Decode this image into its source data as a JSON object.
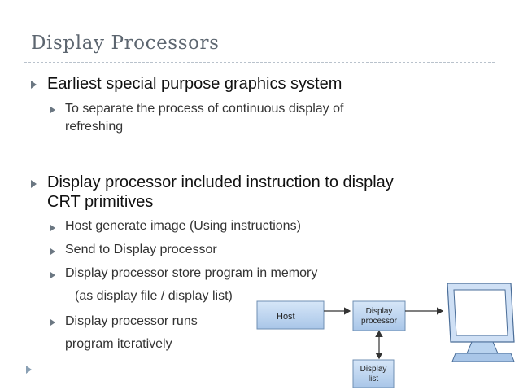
{
  "slide": {
    "title": "Display Processors",
    "points": [
      {
        "text": "Earliest special purpose graphics system",
        "sub": [
          {
            "lines": [
              "To separate the process of continuous display of",
              "refreshing"
            ]
          }
        ]
      },
      {
        "lines": [
          "Display processor included instruction to display",
          "CRT primitives"
        ],
        "sub": [
          {
            "text": "Host generate image (Using instructions)"
          },
          {
            "text": "Send to Display processor"
          },
          {
            "text": "Display processor store program in memory",
            "cont": "(as display file / display list)"
          },
          {
            "text": "Display processor runs",
            "cont": "program iteratively"
          }
        ]
      }
    ]
  },
  "diagram": {
    "host_label": "Host",
    "processor_label_line1": "Display",
    "processor_label_line2": "processor",
    "list_label_line1": "Display",
    "list_label_line2": "list",
    "colors": {
      "box_fill": "#b9d3ef",
      "box_stroke": "#6f8fb3",
      "monitor_screen": "#ffffff",
      "monitor_body": "#cfe0f5"
    }
  }
}
